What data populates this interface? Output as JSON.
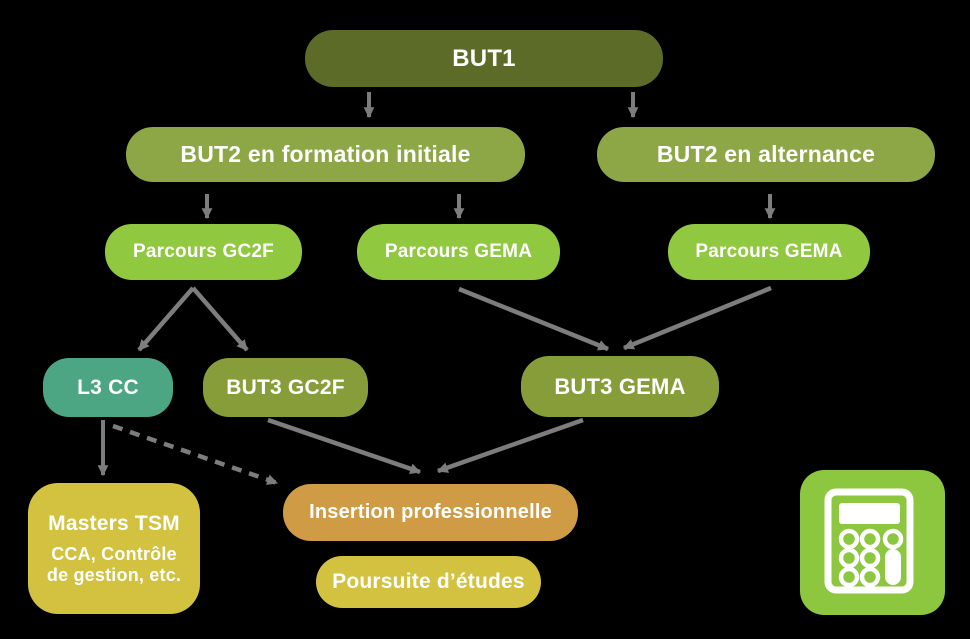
{
  "diagram": {
    "background": "#000000",
    "arrow_color": "#7d7d7d",
    "nodes": {
      "but1": {
        "label": "BUT1",
        "color": "#5c6b28"
      },
      "but2_initiale": {
        "label": "BUT2 en formation initiale",
        "color": "#8ea746"
      },
      "but2_alternance": {
        "label": "BUT2 en alternance",
        "color": "#8ea746"
      },
      "parcours_gc2f": {
        "label": "Parcours GC2F",
        "color": "#90c83f"
      },
      "parcours_gema_initiale": {
        "label": "Parcours GEMA",
        "color": "#90c83f"
      },
      "parcours_gema_alternance": {
        "label": "Parcours GEMA",
        "color": "#90c83f"
      },
      "l3_cc": {
        "label": "L3 CC",
        "color": "#4ca583"
      },
      "but3_gc2f": {
        "label": "BUT3 GC2F",
        "color": "#879d3a"
      },
      "but3_gema": {
        "label": "BUT3 GEMA",
        "color": "#879d3a"
      },
      "masters_tsm": {
        "title": "Masters TSM",
        "subtitle": "CCA, Contrôle de gestion, etc.",
        "color": "#d2c240"
      },
      "insertion": {
        "label": "Insertion professionnelle",
        "color": "#d09b45"
      },
      "poursuite": {
        "label": "Poursuite d’études",
        "color": "#d2c240"
      }
    },
    "icon": {
      "name": "calculator-icon",
      "tile_color": "#8dc63f",
      "glyph_color": "#ffffff"
    }
  }
}
